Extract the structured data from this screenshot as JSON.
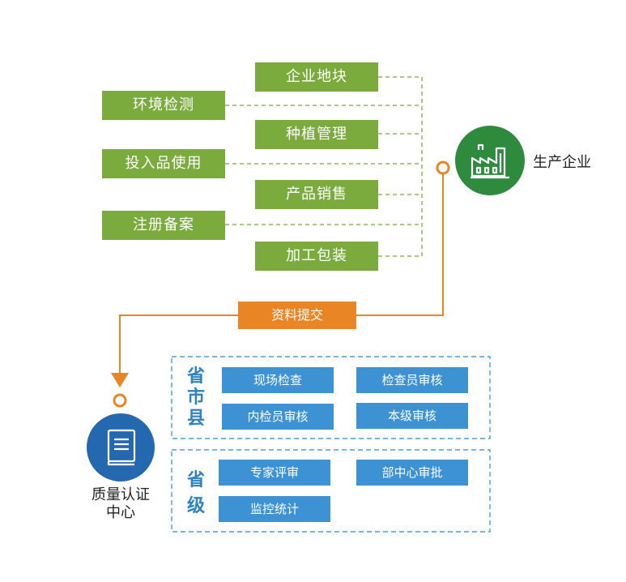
{
  "enterprise": {
    "label": "生产企业",
    "items": [
      "企业地块",
      "环境检测",
      "种植管理",
      "投入品使用",
      "产品销售",
      "注册备案",
      "加工包装"
    ]
  },
  "flow": {
    "label": "资料提交"
  },
  "center": {
    "line1": "质量认证",
    "line2": "中心"
  },
  "county": {
    "title": [
      "省",
      "市",
      "县"
    ],
    "items": [
      "现场检查",
      "检查员审核",
      "内检员审核",
      "本级审核"
    ]
  },
  "province": {
    "title": [
      "省",
      "级"
    ],
    "items": [
      "专家评审",
      "部中心审批",
      "监控统计"
    ]
  },
  "colors": {
    "green": "#7bab3d",
    "dark_green": "#2e8b3e",
    "blue": "#3c92d3",
    "dark_blue": "#2469b0",
    "orange": "#e98524",
    "dash_blue": "#4a9fdc"
  },
  "icons": {
    "enterprise": "factory-icon",
    "center": "book-icon"
  }
}
